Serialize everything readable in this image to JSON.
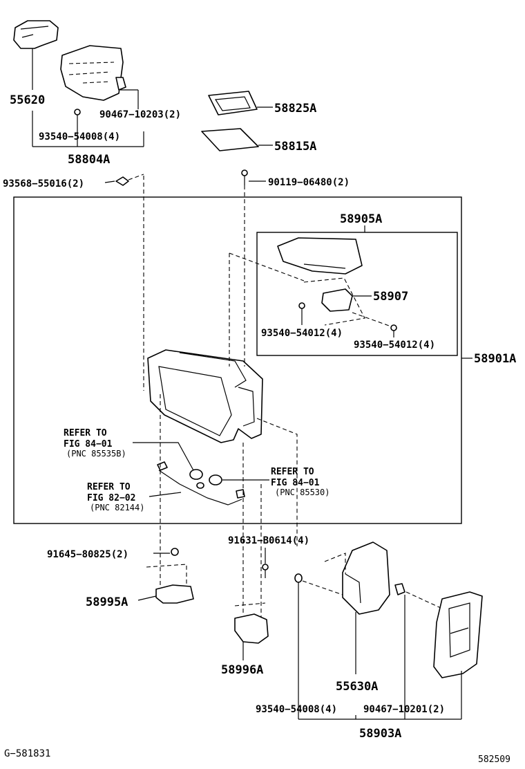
{
  "labels": {
    "p55620": "55620",
    "p90467_10203": "90467−10203(2)",
    "p93540_54008_top": "93540−54008(4)",
    "p58804A": "58804A",
    "p58825A": "58825A",
    "p58815A": "58815A",
    "p93568": "93568−55016(2)",
    "p90119": "90119−06480(2)",
    "p58905A": "58905A",
    "p58907": "58907",
    "p93540_54012_a": "93540−54012(4)",
    "p93540_54012_b": "93540−54012(4)",
    "p58901A": "58901A",
    "refer1_l1": "REFER TO",
    "refer1_l2": "FIG 84−01",
    "refer1_l3": "(PNC 85535B)",
    "refer2_l1": "REFER TO",
    "refer2_l2": "FIG 84−01",
    "refer2_l3": "(PNC 85530)",
    "refer3_l1": "REFER TO",
    "refer3_l2": "FIG 82−02",
    "refer3_l3": "(PNC 82144)",
    "p91645": "91645−80825(2)",
    "p91631": "91631−B0614(4)",
    "p58995A": "58995A",
    "p58996A": "58996A",
    "p55630A": "55630A",
    "p93540_54008_bot": "93540−54008(4)",
    "p90467_10201": "90467−10201(2)",
    "p58903A": "58903A",
    "fig_code": "G−581831",
    "drawing_no": "582509"
  }
}
